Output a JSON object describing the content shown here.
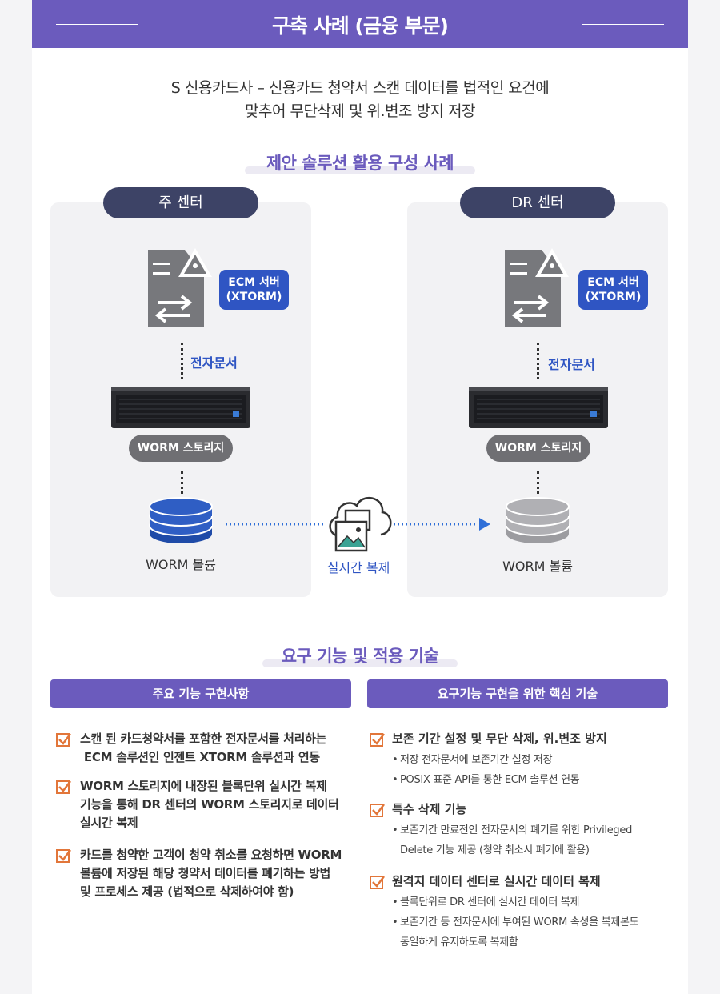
{
  "header": {
    "title": "구축 사례 (금융 부문)"
  },
  "intro": {
    "line1": "S 신용카드사 – 신용카드 청약서 스캔 데이터를 법적인 요건에",
    "line2": "맞추어 무단삭제 및 위.변조 방지 저장"
  },
  "diagram": {
    "heading": "제안 솔루션 활용 구성 사례",
    "main_center": {
      "label": "주 센터",
      "ecm_line1": "ECM 서버",
      "ecm_line2": "(XTORM)",
      "edoc": "전자문서",
      "storage": "WORM 스토리지",
      "volume": "WORM  볼륨"
    },
    "dr_center": {
      "label": "DR 센터",
      "ecm_line1": "ECM 서버",
      "ecm_line2": "(XTORM)",
      "edoc": "전자문서",
      "storage": "WORM 스토리지",
      "volume": "WORM  볼륨"
    },
    "replication": "실시간  복제"
  },
  "requirements": {
    "heading": "요구 기능 및 적용 기술",
    "left_title": "주요 기능 구현사항",
    "right_title": "요구기능 구현을 위한 핵심 기술",
    "items": [
      {
        "line1": "스캔 된 카드청약서를 포함한 전자문서를 처리하는",
        "line2": " ECM 솔루션인 인젠트 XTORM 솔루션과 연동"
      },
      {
        "line1": "WORM 스토리지에 내장된 블록단위 실시간 복제",
        "line2": "기능을 통해 DR 센터의 WORM 스토리지로 데이터",
        "line3": "실시간 복제"
      },
      {
        "line1": "카드를 청약한 고객이  청약 취소를 요청하면 WORM",
        "line2": "볼륨에 저장된 해당  청약서 데이터를 폐기하는 방법",
        "line3": "및 프로세스 제공 (법적으로 삭제하여야 함)"
      }
    ],
    "tech": [
      {
        "title": "보존 기간 설정 및 무단 삭제, 위.변조 방지",
        "bullets": [
          "저장 전자문서에 보존기간 설정 저장",
          "POSIX 표준 API를 통한 ECM 솔루션 연동"
        ]
      },
      {
        "title": "특수 삭제 기능",
        "bullets": [
          "보존기간 만료전인 전자문서의 폐기를 위한 Privileged",
          "Delete 기능 제공 (청약 취소시 폐기에 활용)"
        ]
      },
      {
        "title": "원격지 데이터 센터로 실시간 데이터 복제",
        "bullets": [
          "블록단위로 DR 센터에 실시간 데이터 복제",
          "보존기간 등 전자문서에 부여된 WORM 속성을 복제본도",
          "동일하게 유지하도록 복제함"
        ]
      }
    ]
  },
  "colors": {
    "accent": "#6b5bbd",
    "navy": "#3d4366",
    "blue": "#2f55c3"
  }
}
